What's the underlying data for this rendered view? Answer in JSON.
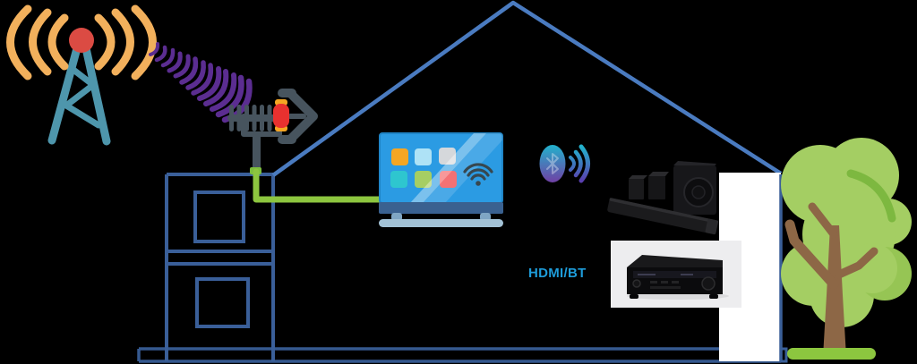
{
  "scene": {
    "kind": "home-antenna-av-connection-diagram",
    "hdmi_bt_label": "HDMI/BT"
  },
  "colors": {
    "background": "#000000",
    "tower_body": "#4E96AC",
    "tower_beacon": "#DB4B43",
    "radio_waves": "#F2B05C",
    "signal_waves": "#5B2D91",
    "antenna_body": "#47545E",
    "dipole_red": "#E8312F",
    "dipole_caps": "#F5A623",
    "house_walls": "#3A5F99",
    "roof": "#4A7BC0",
    "foundation": "#35598F",
    "cable": "#8DC63F",
    "tv_screen": "#2B9BE3",
    "tv_bezel": "#3A6190",
    "tv_legs": "#7FA6C4",
    "tv_stand": "#A3C2D6",
    "wifi_glyph": "#37474F",
    "bt_top": "#22B2CC",
    "bt_bottom": "#7040A5",
    "label_blue": "#1E9CD9",
    "audio_gear_black": "#17171A",
    "receiver_bg": "#EDEDEF",
    "white_wall": "#FFFFFF",
    "foliage": "#A4CE63",
    "foliage_shade": "#96C554",
    "foliage_accent": "#7DB840",
    "trunk": "#8D6746",
    "grass": "#8CC63F",
    "app_icons": [
      "#F5A623",
      "#AEE2F6",
      "#D5D8DB",
      "#2EC6CF",
      "#A6CE63",
      "#F2595C"
    ]
  },
  "icons": {
    "broadcast_tower": "lattice TV tower with red beacon and orange radio waves",
    "signal_waves": "purple RF wave arcs from tower to antenna",
    "antenna": "rooftop yagi TV antenna with red dipole and arrow",
    "tv_wifi": "wifi arcs on smart TV screen",
    "bt_wireless": "bluetooth oval with radiating arcs",
    "soundbar_set": "soundbar, two surround speakers and subwoofer",
    "av_receiver": "black AV receiver product photo",
    "tree": "green tree with brown trunk on grass",
    "house": "blue house line drawing"
  }
}
